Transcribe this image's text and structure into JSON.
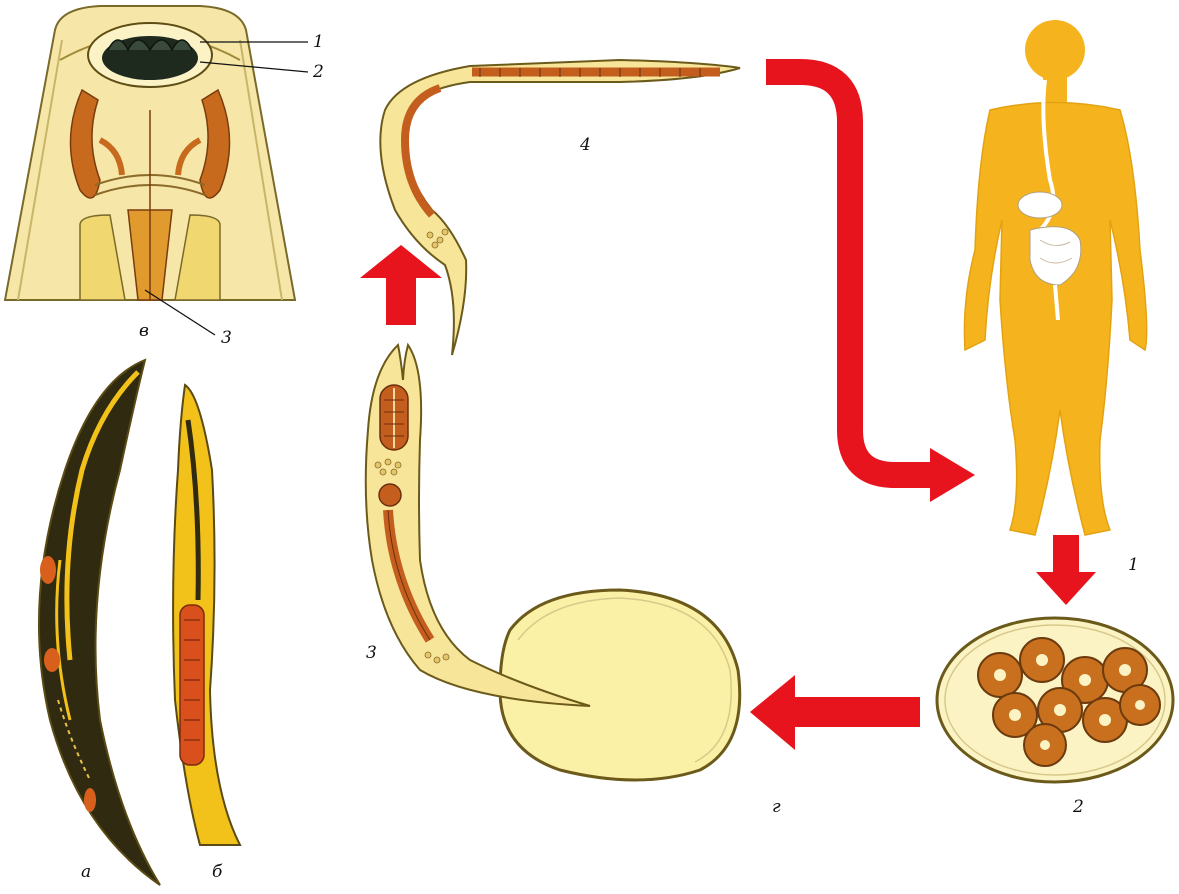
{
  "head_panel": {
    "letter": "в",
    "callouts": [
      "1",
      "2",
      "3"
    ]
  },
  "worms": {
    "female_letter": "а",
    "male_letter": "б"
  },
  "cycle": {
    "stage_labels": [
      "1",
      "2",
      "3",
      "4"
    ],
    "egg_letter": "г"
  },
  "colors": {
    "arrow": "#e8141d",
    "body": "#f5b41e",
    "worm_fill": "#f7e59a",
    "organ": "#b8541e",
    "outline": "#6b5a1a"
  }
}
